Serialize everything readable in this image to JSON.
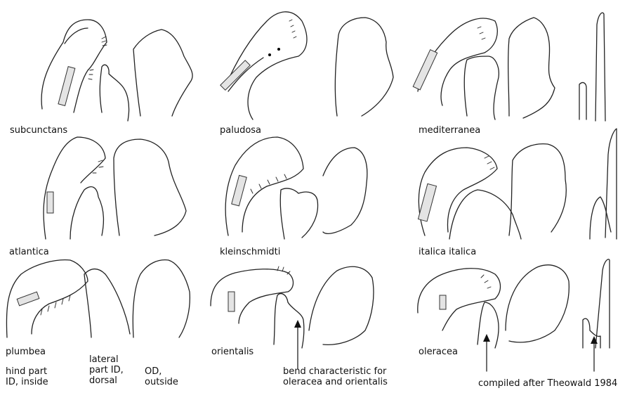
{
  "species": [
    "subcunctans",
    "paludosa",
    "mediterranea",
    "atlantica",
    "kleinschmidti",
    "italica italica",
    "plumbea",
    "orientalis",
    "oleracea"
  ],
  "column_labels": {
    "hind_part": "hind part\nID, inside",
    "lateral_part": "lateral\npart ID,\ndorsal",
    "od": "OD,\noutside"
  },
  "annotations": {
    "bend": "bend characteristic for\noleracea and orientalis",
    "credit": "compiled after Theowald 1984"
  }
}
